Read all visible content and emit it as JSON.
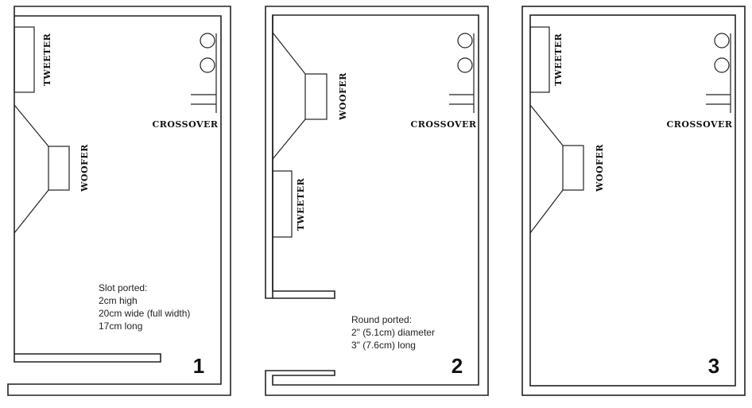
{
  "labels": {
    "tweeter": "TWEETER",
    "woofer": "WOOFER",
    "crossover": "CROSSOVER"
  },
  "designs": [
    {
      "number": "1",
      "notes": [
        "Slot ported:",
        "2cm high",
        "20cm wide (full width)",
        "17cm long"
      ]
    },
    {
      "number": "2",
      "notes": [
        "Round ported:",
        "2\" (5.1cm) diameter",
        "3\" (7.6cm) long"
      ]
    },
    {
      "number": "3",
      "notes": []
    }
  ]
}
